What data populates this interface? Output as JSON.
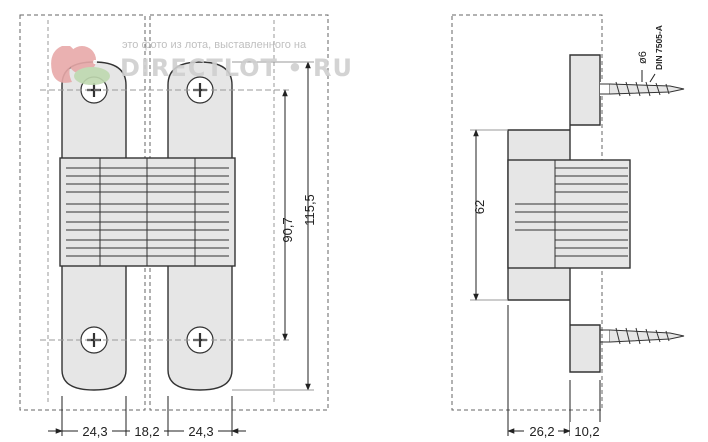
{
  "watermark": {
    "caption": "это фото из лота, выставленного на",
    "brand": "DIRECTLOT • RU"
  },
  "front_view": {
    "width_dims": [
      "24,3",
      "18,2",
      "24,3"
    ],
    "height_dims": [
      "90,7",
      "115,5"
    ]
  },
  "side_view": {
    "height_dim": "62",
    "width_dims": [
      "26,2",
      "10,2"
    ],
    "screw_diameter": "ø6",
    "screw_standard": "DIN 7505-A"
  },
  "colors": {
    "line": "#333333",
    "fill": "#e6e6e6",
    "dashed": "#666666",
    "watermark": "#cfcfcf",
    "logo": "#e8a9a9"
  }
}
